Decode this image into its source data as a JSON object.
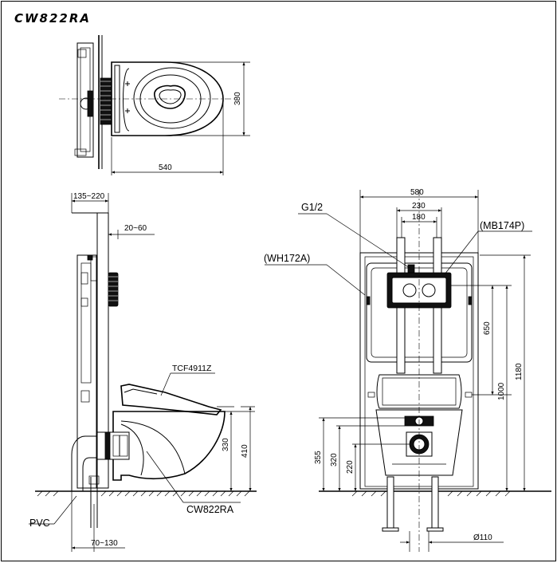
{
  "title": "CW822RA",
  "top_view": {
    "dim_width": "540",
    "dim_depth": "380"
  },
  "side_view": {
    "dim_frame_depth": "135~220",
    "dim_wall_offset": "20~60",
    "dim_seat_height": "330",
    "dim_total_height": "410",
    "dim_bottom_offset": "70~130",
    "label_seat": "TCF4911Z",
    "label_bowl": "CW822RA",
    "label_pipe": "PVC"
  },
  "front_view": {
    "dim_frame_width": "580",
    "dim_mount_230": "230",
    "dim_mount_180": "180",
    "dim_tank_height": "650",
    "dim_1000": "1000",
    "dim_1180": "1180",
    "dim_355": "355",
    "dim_320": "320",
    "dim_220": "220",
    "dim_pipe_dia": "Ø110",
    "label_inlet": "G1/2",
    "label_plate": "(MB174P)",
    "label_frame": "(WH172A)"
  }
}
